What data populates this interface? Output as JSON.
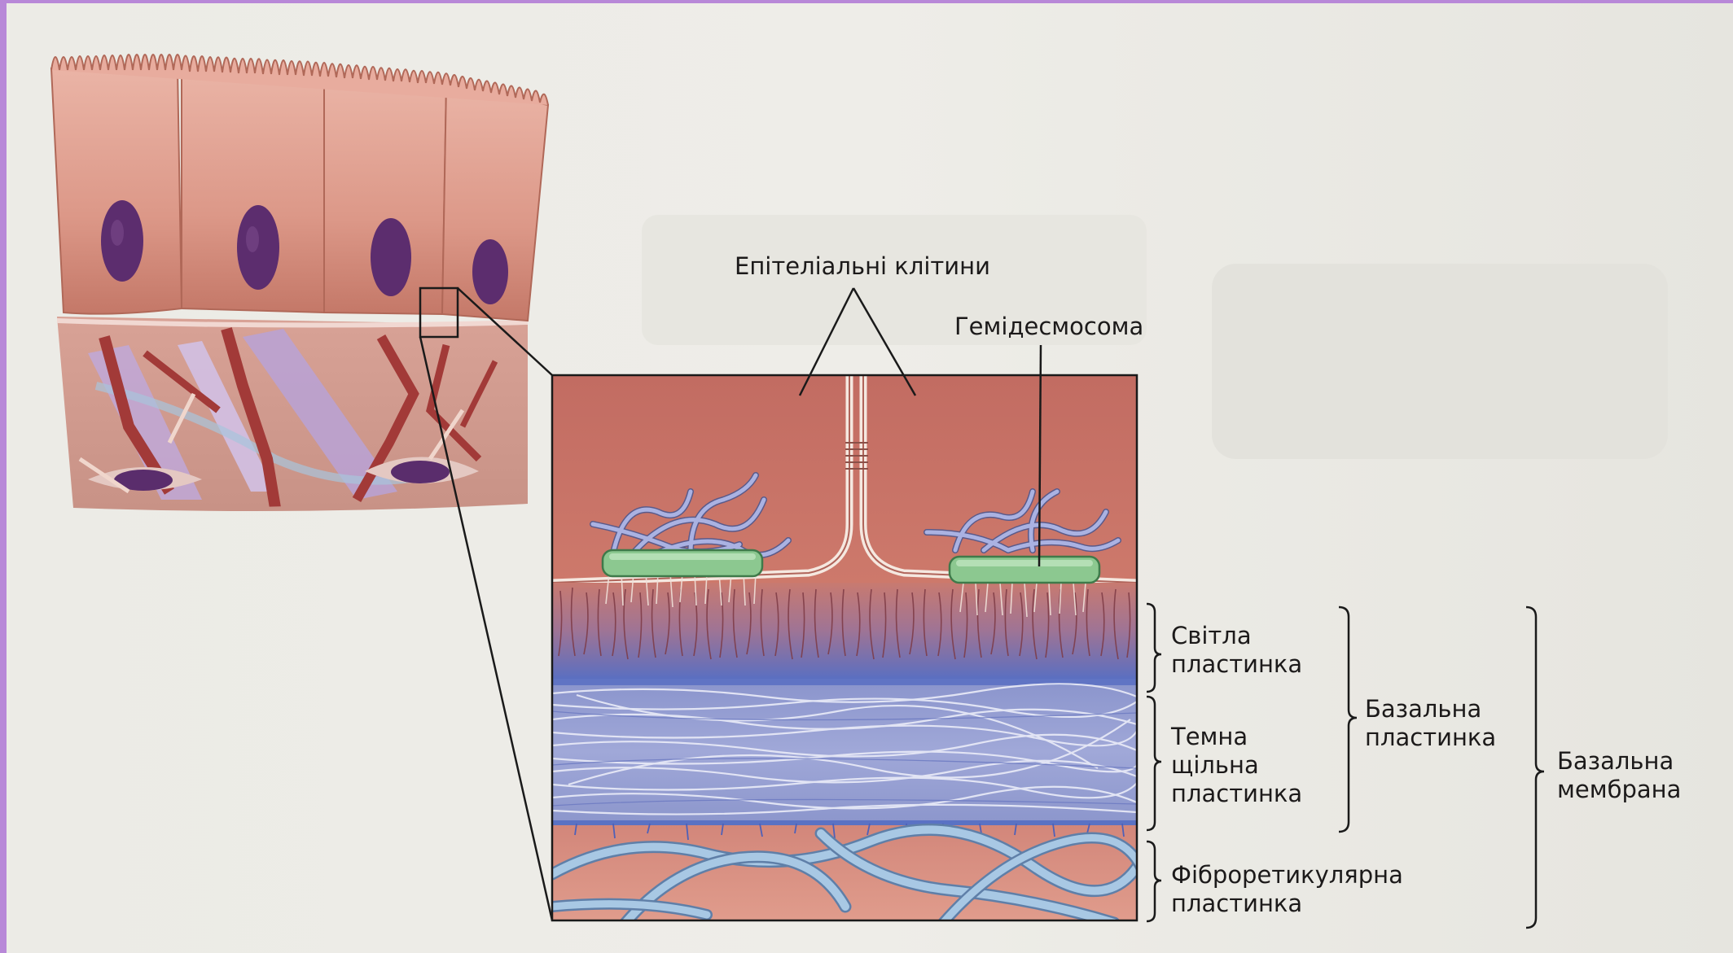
{
  "labels": {
    "epithelial_cells": "Епітеліальні клітини",
    "hemidesmosome": "Гемідесмосома",
    "lamina_lucida": [
      "Світла",
      "пластинка"
    ],
    "lamina_densa": [
      "Темна",
      "щільна",
      "пластинка"
    ],
    "reticular_lamina": [
      "Фіброретикулярна",
      "пластинка"
    ],
    "basal_lamina": [
      "Базальна",
      "пластинка"
    ],
    "basement_membrane": [
      "Базальна",
      "мембрана"
    ]
  },
  "colors": {
    "page_border": "#b888d8",
    "paper": "#ecebe6",
    "cell_cytoplasm": "#c9786c",
    "nucleus": "#5c2d6e",
    "hemidesmosome": "#8cc890",
    "lamina_lucida": "#5878c8",
    "lamina_densa": "#9aa4d4",
    "reticular_lamina": "#d89080",
    "reticular_fibers": "#8fb4d4"
  }
}
